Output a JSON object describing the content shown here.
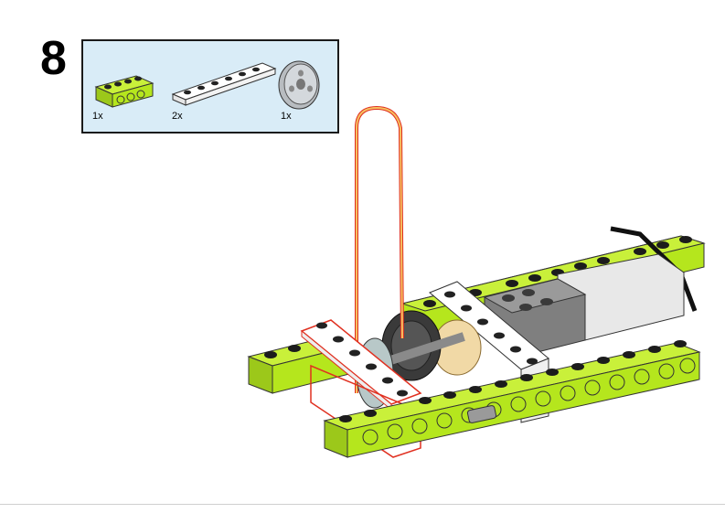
{
  "step": {
    "number": "8"
  },
  "parts": [
    {
      "name": "lime-beam-1x4",
      "quantity": "1x",
      "color": "#b5e61d"
    },
    {
      "name": "white-plate-1x6",
      "quantity": "2x",
      "color": "#ffffff"
    },
    {
      "name": "grey-pulley-wheel",
      "quantity": "1x",
      "color": "#c8ccd0"
    }
  ],
  "colors": {
    "lime": "#b5e61d",
    "lime_dark": "#8fbf10",
    "panel_bg": "#d9ecf7",
    "highlight": "#e03020",
    "rubber_band": "#f0a020",
    "motor_grey": "#7f7f7f"
  }
}
